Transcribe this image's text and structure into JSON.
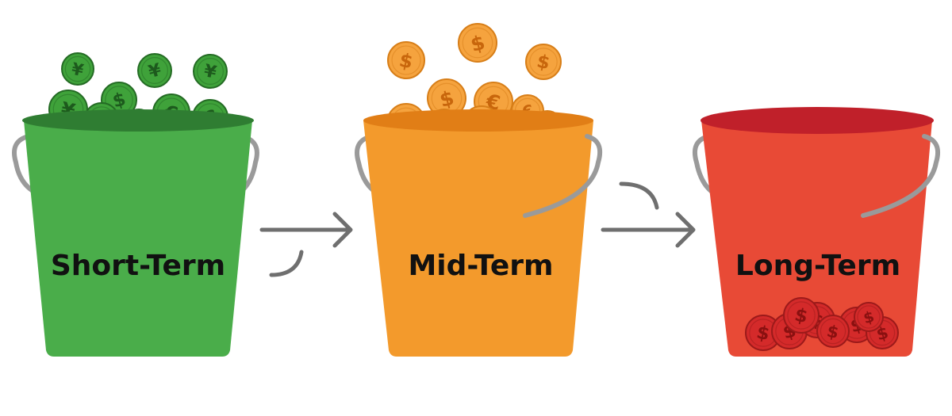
{
  "buckets": [
    {
      "id": "short",
      "label": "Short-Term",
      "colors": {
        "body": "#4aad4a",
        "rim": "#2f7d32",
        "coin": "#3fa23a",
        "coin_stroke": "#246b24",
        "coin_glyph": "#1d5a1d",
        "handle": "#9a9a9a"
      },
      "coin_icon": "yen-euro-coin-icon",
      "coin_symbols": [
        "¥",
        "€",
        "$"
      ],
      "coin_level": "overflowing"
    },
    {
      "id": "mid",
      "label": "Mid-Term",
      "colors": {
        "body": "#f39a2c",
        "rim": "#e17e16",
        "coin": "#f5a33e",
        "coin_stroke": "#d77e18",
        "coin_glyph": "#c8660c",
        "handle": "#9a9a9a"
      },
      "coin_icon": "dollar-coin-icon",
      "coin_symbols": [
        "$",
        "€"
      ],
      "coin_level": "overflowing"
    },
    {
      "id": "long",
      "label": "Long-Term",
      "colors": {
        "body": "#e84a36",
        "rim": "#c0202a",
        "coin": "#d42a2a",
        "coin_stroke": "#9c1a1a",
        "coin_glyph": "#8a1010",
        "handle": "#9a9a9a"
      },
      "coin_icon": "dollar-coin-icon",
      "coin_symbols": [
        "$"
      ],
      "coin_level": "bottom"
    }
  ],
  "arrows": {
    "color": "#6f6f6f",
    "icons": [
      "right-arrow-icon",
      "right-arrow-icon"
    ]
  }
}
